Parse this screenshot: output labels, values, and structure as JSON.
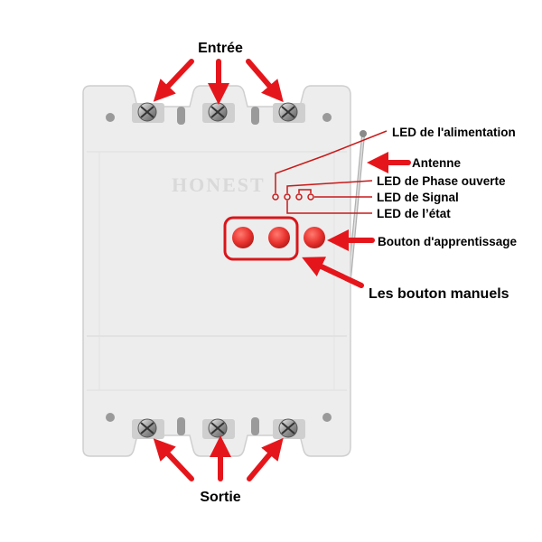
{
  "labels": {
    "entree": "Entrée",
    "sortie": "Sortie",
    "led_alimentation": "LED de l'alimentation",
    "antenne": "Antenne",
    "led_phase_ouverte": "LED de Phase ouverte",
    "led_signal": "LED de Signal",
    "led_etat": "LED de l’état",
    "bouton_apprentissage": "Bouton d'apprentissage",
    "boutons_manuels": "Les bouton manuels"
  },
  "device": {
    "brand": "HONEST",
    "body_color": "#ededed",
    "edge_color": "#cfcfcf"
  },
  "colors": {
    "arrow": "#e5161b",
    "button": "#e8322e",
    "highlight_box": "#d9161b",
    "leader_line": "#c81a1a",
    "label_text": "#000000"
  }
}
